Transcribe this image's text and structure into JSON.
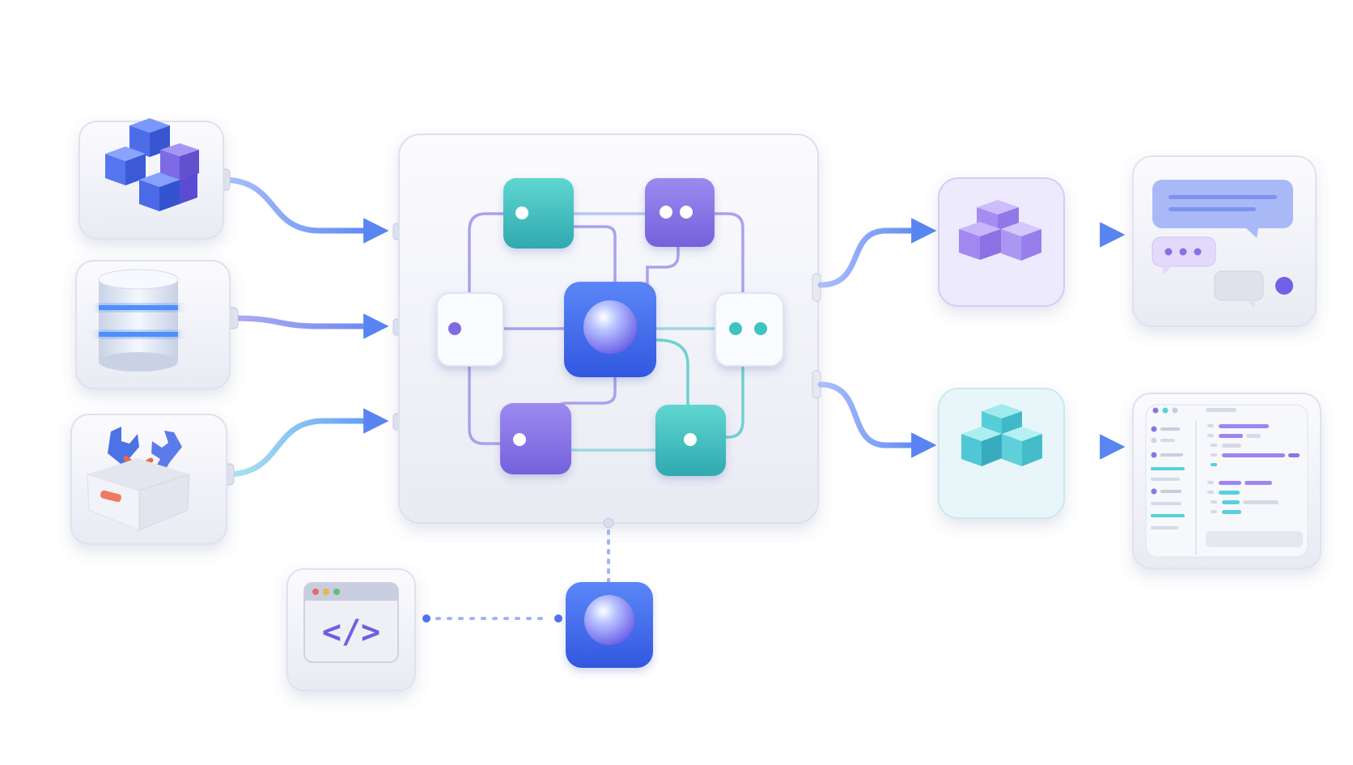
{
  "colors": {
    "background": "#ffffff",
    "card": "#f3f4f9",
    "card_border": "#dfe2ee",
    "blue": "#3f6ff2",
    "blue_light": "#6e8ff8",
    "purple": "#8a75e6",
    "teal": "#3cc3c1",
    "cyan": "#57d0de",
    "arrow": "#3d70f0"
  },
  "inputs": [
    {
      "icon": "cubes-icon",
      "accent": "#4b6ef0"
    },
    {
      "icon": "database-icon",
      "accent": "#4d94f7"
    },
    {
      "icon": "toolbox-icon",
      "accent": "#4c72e6"
    }
  ],
  "hub": {
    "nodes": [
      {
        "icon": "dot-icon",
        "color": "#3cc3c1",
        "dots": 1
      },
      {
        "icon": "two-dots-icon",
        "color": "#8a75e6",
        "dots": 2
      },
      {
        "icon": "dot-icon",
        "color": "#ffffff",
        "dots": 1
      },
      {
        "icon": "orb-icon",
        "color": "#3f6ff2",
        "dots": 0
      },
      {
        "icon": "two-dots-icon",
        "color": "#ffffff",
        "dots": 2
      },
      {
        "icon": "dot-icon",
        "color": "#8a75e6",
        "dots": 1
      },
      {
        "icon": "dot-icon",
        "color": "#3cc3c1",
        "dots": 1
      }
    ]
  },
  "processors": [
    {
      "icon": "purple-cubes-icon",
      "accent": "#8a75e6"
    },
    {
      "icon": "teal-cubes-icon",
      "accent": "#3cc3c1"
    }
  ],
  "outputs": [
    {
      "icon": "chat-window-icon"
    },
    {
      "icon": "code-editor-icon"
    }
  ],
  "bottom": {
    "source_icon": "code-window-icon",
    "code_glyph": "</>",
    "target_icon": "orb-icon"
  }
}
